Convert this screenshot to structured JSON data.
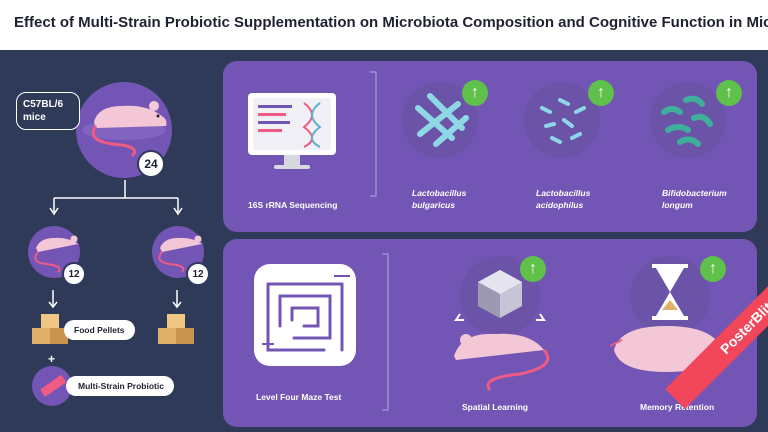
{
  "header": {
    "title": "Effect of Multi-Strain Probiotic Supplementation on Microbiota Composition and Cognitive Function in Mice"
  },
  "left": {
    "mouse_label": "C57BL/6 mice",
    "total_count": "24",
    "group_count_a": "12",
    "group_count_b": "12",
    "food_label": "Food Pellets",
    "plus": "+",
    "probiotic_label": "Multi-Strain Probiotic"
  },
  "top_panel": {
    "sequencing_label": "16S rRNA Sequencing",
    "bacteria": [
      {
        "name_line1": "Lactobacillus",
        "name_line2": "bulgaricus",
        "trend": "up",
        "icon": "rod-bacteria-icon"
      },
      {
        "name_line1": "Lactobacillus",
        "name_line2": "acidophilus",
        "trend": "up",
        "icon": "rod-bacteria-icon"
      },
      {
        "name_line1": "Bifidobacterium",
        "name_line2": "longum",
        "trend": "up",
        "icon": "curved-bacteria-icon"
      }
    ]
  },
  "bottom_panel": {
    "maze_label": "Level Four Maze Test",
    "spatial_label": "Spatial Learning",
    "memory_label": "Memory Retention",
    "spatial_trend": "up",
    "memory_trend": "up"
  },
  "watermark": "PosterBlitz.com",
  "colors": {
    "background": "#2f3a59",
    "panel": "#7355b5",
    "up_arrow": "#5fc04a",
    "mouse": "#f4c7d6",
    "tail": "#ef5b83",
    "watermark": "#f2475b"
  }
}
